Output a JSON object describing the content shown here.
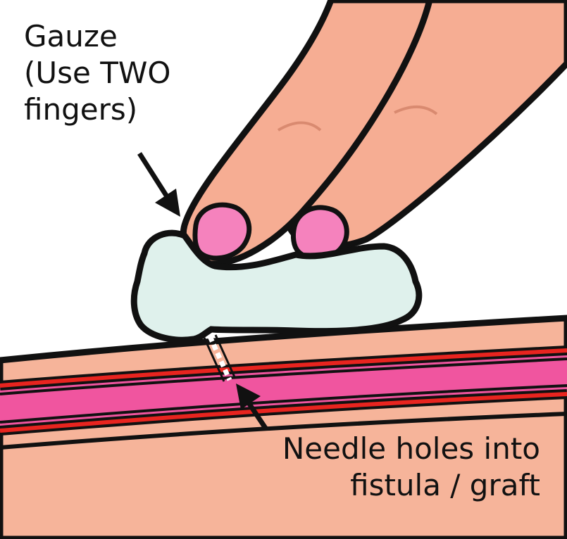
{
  "labels": {
    "gauze_line1": "Gauze",
    "gauze_line2": "(Use TWO",
    "gauze_line3": "fingers)",
    "needle_line1": "Needle holes into",
    "needle_line2": "fistula / graft"
  },
  "colors": {
    "skin": "#f6b49a",
    "finger": "#f6ad93",
    "nail": "#f582bd",
    "gauze": "#dff1ec",
    "vessel": "#f0559f",
    "vessel_wall": "#e8241f",
    "outline": "#111111"
  }
}
